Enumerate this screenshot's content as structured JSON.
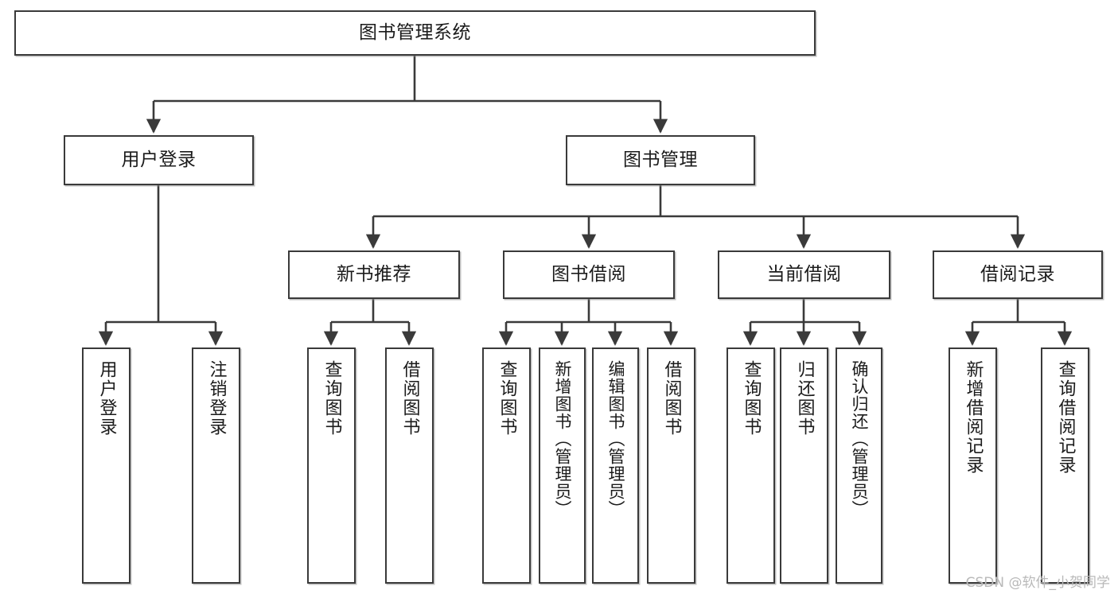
{
  "diagram": {
    "type": "tree-hierarchy",
    "title": "图书管理系统",
    "stroke_color": "#3a3a3a",
    "text_color": "#1b1b1b",
    "background": "#ffffff",
    "root": {
      "id": "root",
      "label": "图书管理系统"
    },
    "level1": [
      {
        "id": "user-login",
        "label": "用户登录"
      },
      {
        "id": "book-manage",
        "label": "图书管理"
      }
    ],
    "level2": [
      {
        "id": "new-book-rec",
        "label": "新书推荐",
        "parent": "book-manage"
      },
      {
        "id": "book-borrow",
        "label": "图书借阅",
        "parent": "book-manage"
      },
      {
        "id": "current-borrow",
        "label": "当前借阅",
        "parent": "book-manage"
      },
      {
        "id": "borrow-record",
        "label": "借阅记录",
        "parent": "book-manage"
      }
    ],
    "leaves": [
      {
        "id": "leaf-user-login",
        "label": "用户登录",
        "parent": "user-login"
      },
      {
        "id": "leaf-logout-login",
        "label": "注销登录",
        "parent": "user-login"
      },
      {
        "id": "leaf-query-book-1",
        "label": "查询图书",
        "parent": "new-book-rec"
      },
      {
        "id": "leaf-borrow-book-1",
        "label": "借阅图书",
        "parent": "new-book-rec"
      },
      {
        "id": "leaf-query-book-2",
        "label": "查询图书",
        "parent": "book-borrow"
      },
      {
        "id": "leaf-add-book",
        "label": "新增图书（管理员）",
        "parent": "book-borrow"
      },
      {
        "id": "leaf-edit-book",
        "label": "编辑图书（管理员）",
        "parent": "book-borrow"
      },
      {
        "id": "leaf-borrow-book-2",
        "label": "借阅图书",
        "parent": "book-borrow"
      },
      {
        "id": "leaf-query-book-3",
        "label": "查询图书",
        "parent": "current-borrow"
      },
      {
        "id": "leaf-return-book",
        "label": "归还图书",
        "parent": "current-borrow"
      },
      {
        "id": "leaf-confirm-return",
        "label": "确认归还（管理员）",
        "parent": "current-borrow"
      },
      {
        "id": "leaf-add-record",
        "label": "新增借阅记录",
        "parent": "borrow-record"
      },
      {
        "id": "leaf-query-record",
        "label": "查询借阅记录",
        "parent": "borrow-record"
      }
    ]
  },
  "watermark": {
    "text": "CSDN @软件_小贺同学"
  }
}
